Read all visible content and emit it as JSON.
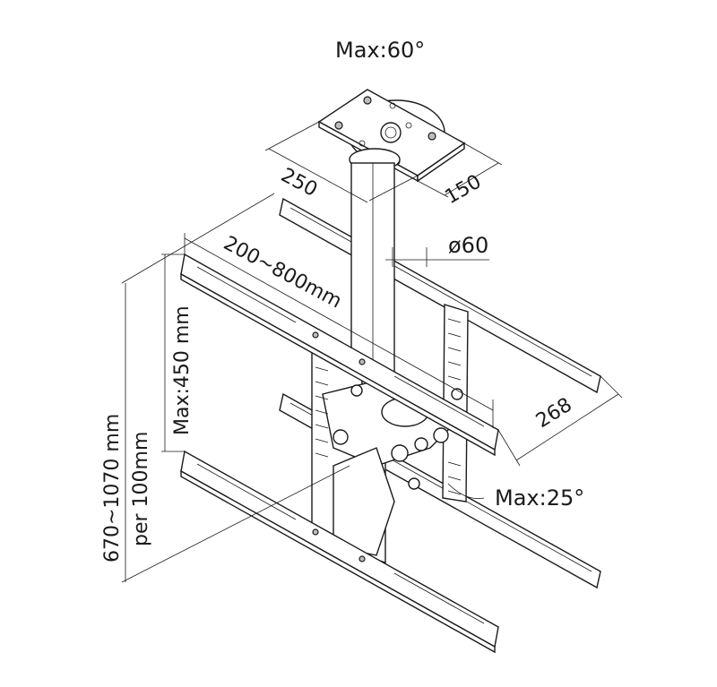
{
  "labels": {
    "tilt_top": "Max:60°",
    "plate_depth": "250",
    "plate_width": "150",
    "pole_diameter": "ø60",
    "rail_span": "200~800mm",
    "vertical_span": "Max:450 mm",
    "depth": "268",
    "tilt_bottom": "Max:25°",
    "height_range": "670~1070 mm",
    "height_step": "per 100mm"
  },
  "colors": {
    "line": "#1a1a1a",
    "grey_fill": "#bdbdbd",
    "background": "#ffffff"
  }
}
